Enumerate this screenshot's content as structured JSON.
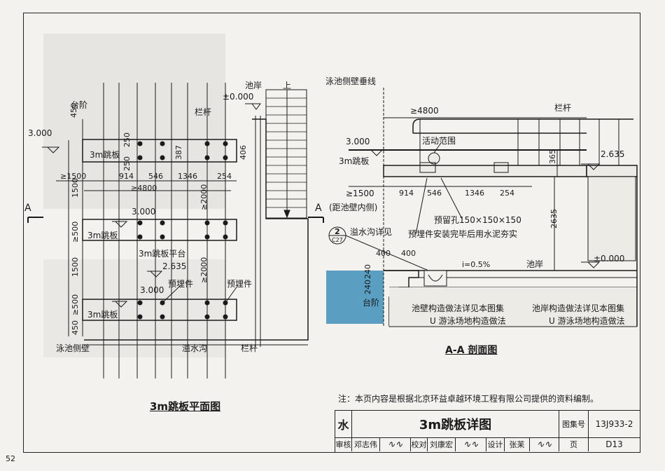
{
  "plan": {
    "title": "3m跳板平面图",
    "labels": {
      "steps": "台阶",
      "pool_edge": "池岸",
      "elev_zero": "±0.000",
      "up": "上",
      "railing_top": "栏杆",
      "elev_3000_a": "3.000",
      "board_1": "3m跳板",
      "board_2": "3m跳板",
      "board_3": "3m跳板",
      "platform": "3m跳板平台",
      "elev_2635": "2.635",
      "elev_3000_b": "3.000",
      "elev_3000_c": "3.000",
      "embed_1": "预埋件",
      "embed_2": "预埋件",
      "pool_wall": "泳池侧壁",
      "overflow": "溢水沟",
      "railing_bottom": "栏杆",
      "section_a_left": "A",
      "section_a_right": "A"
    },
    "dims": {
      "d450_top": "450",
      "d250_a": "250",
      "d250_b": "250",
      "d387": "387",
      "d406": "406",
      "d1500_left": "≥1500",
      "d914": "914",
      "d546": "546",
      "d1346": "1346",
      "d254": "254",
      "d1500_v": "1500",
      "d4800": "≥4800",
      "d2000_a": "≥2000",
      "d500_a": "≥500",
      "d1500_v2": "1500",
      "d2000_b": "≥2000",
      "d500_b": "≥500",
      "d450_bot": "450"
    }
  },
  "section": {
    "title": "A-A 剖面图",
    "labels": {
      "plumb": "泳池侧壁垂线",
      "d4800": "≥4800",
      "railing": "栏杆",
      "elev_3000": "3.000",
      "activity": "活动范围",
      "board": "3m跳板",
      "elev_2635": "2.635",
      "d365": "365",
      "d1500": "≥1500",
      "d914": "914",
      "d546": "546",
      "d1346": "1346",
      "d254": "254",
      "from_wall": "(距池壁内侧)",
      "hole": "预留孔150×150×150",
      "embed_note": "预埋件安装完毕后用水泥夯实",
      "d2635": "2635",
      "callout_num": "2",
      "callout_ref": "C27",
      "overflow_detail": "溢水沟详见",
      "d400_a": "400",
      "d400_b": "400",
      "slope": "i=0.5%",
      "pool_edge": "池岸",
      "elev_zero": "±0.000",
      "d240_a": "240",
      "d240_b": "240",
      "steps": "台阶",
      "wall_note_1": "池壁构造做法详见本图集",
      "wall_note_2": "U 游泳场地构造做法",
      "edge_note_1": "池岸构造做法详见本图集",
      "edge_note_2": "U 游泳场地构造做法"
    }
  },
  "note": "注：本页内容是根据北京环益卓越环境工程有限公司提供的资料编制。",
  "title_block": {
    "category": "水",
    "drawing_title": "3m跳板详图",
    "atlas_label": "图集号",
    "atlas_no": "13J933-2",
    "review_label": "审核",
    "reviewer": "邓志伟",
    "check_label": "校对",
    "checker": "刘康宏",
    "design_label": "设计",
    "designer": "张苿",
    "page_label": "页",
    "page_no": "D13"
  },
  "page_number": "52",
  "colors": {
    "water": "#5a9fc2",
    "line": "#1a1a1a",
    "paper": "#f3f2ee"
  }
}
